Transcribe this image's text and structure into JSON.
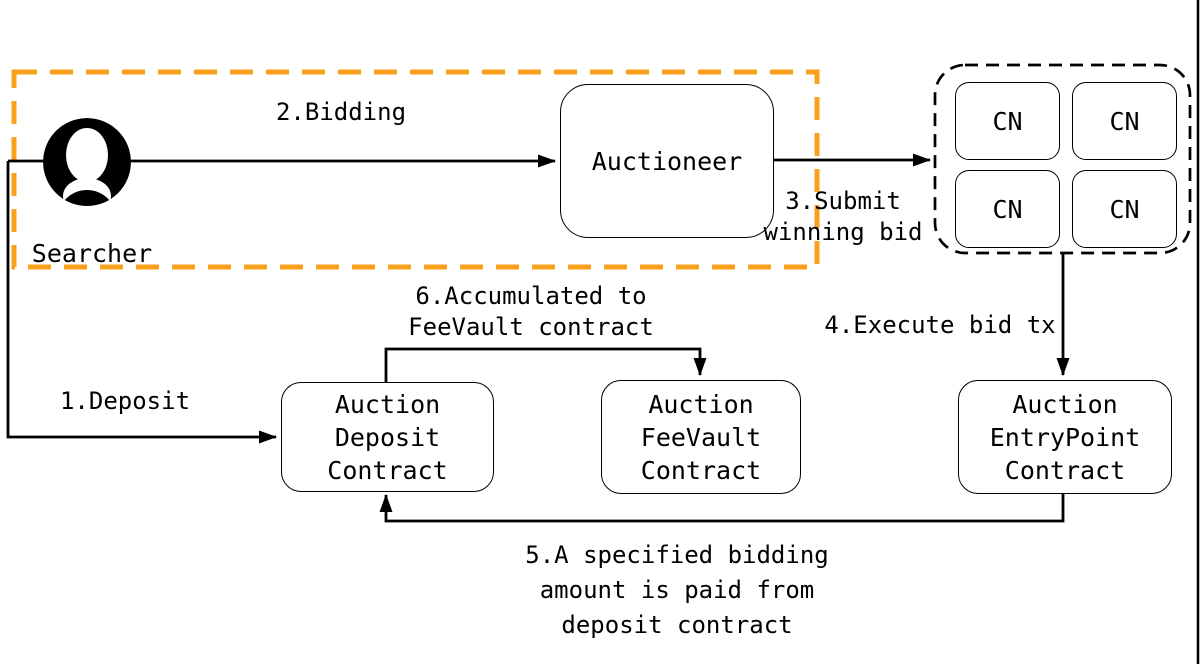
{
  "diagram": {
    "title": "auction-flow-diagram",
    "colors": {
      "accent_orange": "#F9A11D",
      "line_black": "#000000"
    },
    "searcher": {
      "label": "Searcher",
      "icon": "person-avatar-icon"
    },
    "auctioneer": {
      "label": "Auctioneer"
    },
    "consensus_nodes": {
      "items": [
        "CN",
        "CN",
        "CN",
        "CN"
      ]
    },
    "contracts": {
      "deposit": {
        "lines": [
          "Auction",
          "Deposit",
          "Contract"
        ]
      },
      "feevault": {
        "lines": [
          "Auction",
          "FeeVault",
          "Contract"
        ]
      },
      "entrypoint": {
        "lines": [
          "Auction",
          "EntryPoint",
          "Contract"
        ]
      }
    },
    "flows": {
      "deposit": "1.Deposit",
      "bidding": "2.Bidding",
      "submit": [
        "3.Submit",
        "winning bid"
      ],
      "execute": "4.Execute bid tx",
      "paid": [
        "5.A specified bidding",
        "amount is paid from",
        "deposit contract"
      ],
      "accumulated": [
        "6.Accumulated to",
        "FeeVault contract"
      ]
    }
  }
}
